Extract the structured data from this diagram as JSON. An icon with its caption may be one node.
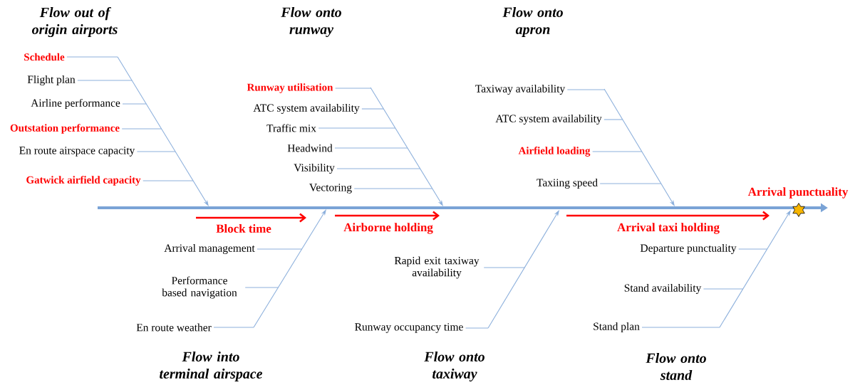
{
  "diagram": {
    "nodes": [
      {
        "text": [
          "Schedule"
        ]
      },
      {
        "text": [
          "Flight plan"
        ]
      },
      {
        "text": [
          "Airline performance"
        ]
      },
      {
        "text": [
          "Outstation performance"
        ]
      },
      {
        "text": [
          "En route airspace capacity"
        ]
      },
      {
        "text": [
          "Gatwick airfield capacity"
        ]
      },
      {
        "text": [
          "Runway utilisation"
        ]
      },
      {
        "text": [
          "ATC system availability"
        ]
      },
      {
        "text": [
          "Traffic mix"
        ]
      },
      {
        "text": [
          "Headwind"
        ]
      },
      {
        "text": [
          "Visibility"
        ]
      },
      {
        "text": [
          "Vectoring"
        ]
      },
      {
        "text": [
          "Taxiway availability"
        ]
      },
      {
        "text": [
          "ATC system availability"
        ]
      },
      {
        "text": [
          "Airfield loading"
        ]
      },
      {
        "text": [
          "Taxiing speed"
        ]
      },
      {
        "text": [
          "Arrival management"
        ]
      },
      {
        "text": [
          "Performance based navigation"
        ]
      },
      {
        "text": [
          "En route weather"
        ]
      },
      {
        "text": [
          "Rapid exit taxiway availability"
        ]
      },
      {
        "text": [
          "Runway occupancy time"
        ]
      },
      {
        "text": [
          "Departure punctuality"
        ]
      },
      {
        "text": [
          "Stand availability"
        ]
      },
      {
        "text": [
          "Stand plan"
        ]
      }
    ],
    "edges": [
      {
        "from": 0,
        "to": null,
        "arrow": "none"
      },
      {
        "from": 1,
        "to": null,
        "arrow": "none"
      },
      {
        "from": 2,
        "to": null,
        "arrow": "none"
      },
      {
        "from": 3,
        "to": null,
        "arrow": "none"
      },
      {
        "from": 4,
        "to": null,
        "arrow": "none"
      },
      {
        "from": 5,
        "to": null,
        "arrow": "none"
      },
      {
        "from": 6,
        "to": null,
        "arrow": "none"
      },
      {
        "from": 7,
        "to": null,
        "arrow": "none"
      },
      {
        "from": 8,
        "to": null,
        "arrow": "none"
      },
      {
        "from": 9,
        "to": null,
        "arrow": "none"
      },
      {
        "from": 10,
        "to": null,
        "arrow": "none"
      },
      {
        "from": 11,
        "to": null,
        "arrow": "none"
      },
      {
        "from": 12,
        "to": null,
        "arrow": "none"
      },
      {
        "from": 13,
        "to": null,
        "arrow": "none"
      },
      {
        "from": 14,
        "to": null,
        "arrow": "none"
      },
      {
        "from": 15,
        "to": null,
        "arrow": "none"
      },
      {
        "from": 16,
        "to": null,
        "arrow": "none"
      },
      {
        "from": 17,
        "to": null,
        "arrow": "none"
      },
      {
        "from": 18,
        "to": null,
        "arrow": "none"
      },
      {
        "from": 19,
        "to": null,
        "arrow": "none"
      },
      {
        "from": 20,
        "to": null,
        "arrow": "none"
      },
      {
        "from": 21,
        "to": null,
        "arrow": "none"
      },
      {
        "from": 22,
        "to": null,
        "arrow": "none"
      },
      {
        "from": 23,
        "to": null,
        "arrow": "none"
      }
    ],
    "labels": [
      "Flow out of origin airports",
      "Flow onto runway",
      "Flow onto apron",
      "Arrival punctuality",
      "Block time",
      "Airborne holding",
      "Arrival taxi holding",
      "Flow into terminal airspace",
      "Flow onto taxiway",
      "Flow onto stand"
    ]
  }
}
